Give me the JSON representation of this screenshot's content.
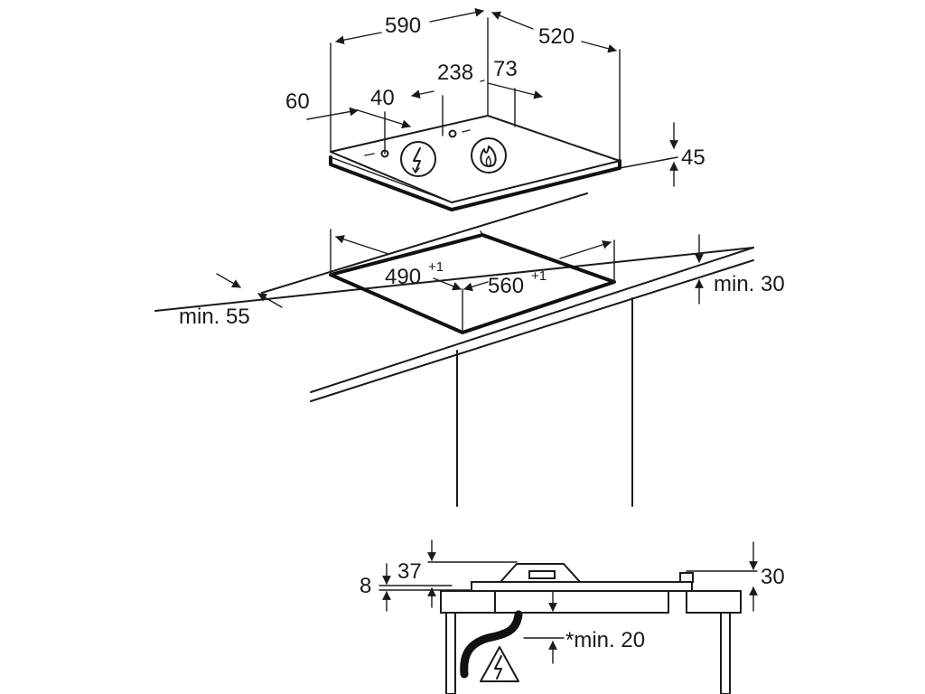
{
  "dimensions": {
    "width_590": "590",
    "depth_520": "520",
    "d_238": "238",
    "d_73": "73",
    "d_60": "60",
    "d_40": "40",
    "height_45": "45",
    "cutout_490": "490",
    "cutout_490_tol": "+1",
    "cutout_560": "560",
    "cutout_560_tol": "+1",
    "min_30_top": "min. 30",
    "min_55": "min. 55",
    "side_8": "8",
    "side_37": "37",
    "side_30": "30",
    "min_20": "*min. 20"
  },
  "colors": {
    "line": "#1a1a1a",
    "background": "#ffffff"
  },
  "icons": [
    "electric-hazard-icon",
    "gas-flame-icon",
    "electric-warning-icon"
  ]
}
